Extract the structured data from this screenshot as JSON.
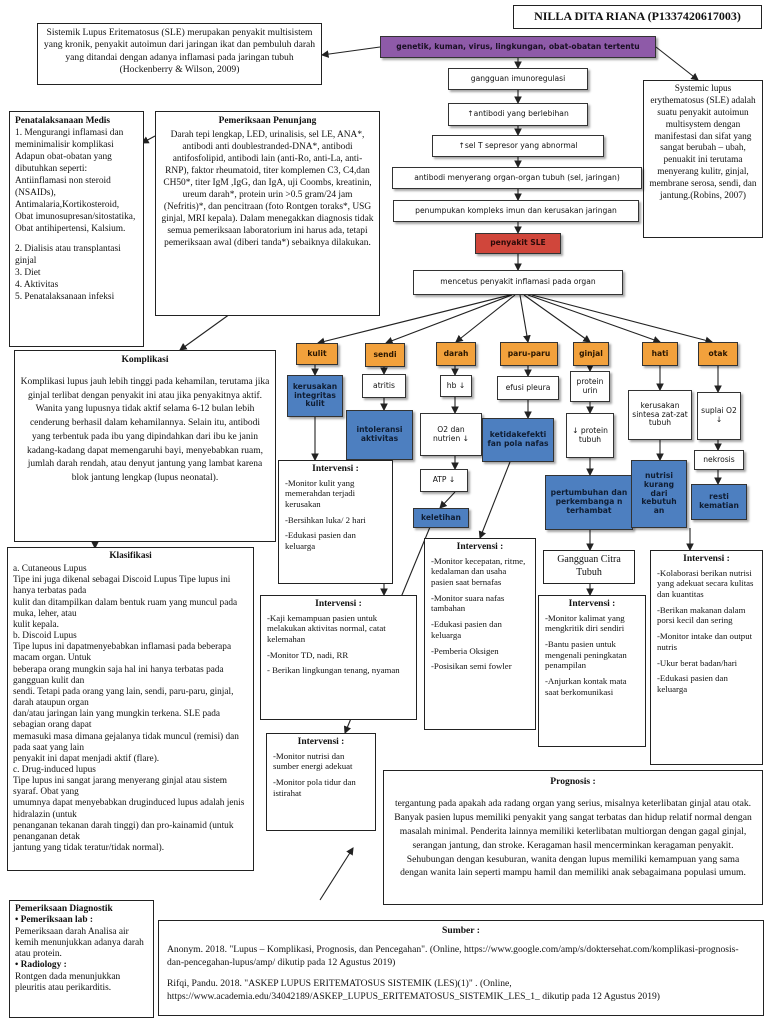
{
  "header": {
    "name": "NILLA DITA RIANA (P1337420617003)"
  },
  "definition": {
    "text": "Sistemik Lupus Eritematosus (SLE) merupakan penyakit multisistem yang kronik, penyakit autoimun dari jaringan ikat dan pembuluh darah yang ditandai dengan adanya inflamasi pada jaringan tubuh (Hockenberry & Wilson, 2009)"
  },
  "definition_en": {
    "text": "Systemic lupus erythematosus (SLE) adalah suatu penyakit autoimun multisystem dengan manifestasi dan sifat yang sangat berubah – ubah, penuakit ini terutama menyerang kulitr, ginjal, membrane serosa, sendi, dan jantung.(Robins, 2007)"
  },
  "penatalaksanaan": {
    "title": "Penatalaksanaan Medis",
    "lines": [
      "1. Mengurangi inflamasi dan meminimalisir komplikasi",
      "Adapun obat-obatan yang dibutuhkan seperti:",
      "Antiinflamasi non steroid (NSAIDs), Antimalaria,Kortikosteroid, Obat imunosupresan/sitostatika, Obat antihipertensi, Kalsium.",
      "2. Dialisis atau transplantasi ginjal",
      "3. Diet",
      "4. Aktivitas",
      "5. Penatalaksanaan infeksi"
    ]
  },
  "pemeriksaan_penunjang": {
    "title": "Pemeriksaan Penunjang",
    "text": "Darah tepi lengkap, LED, urinalisis, sel LE, ANA*, antibodi anti doublestranded-DNA*, antibodi antifosfolipid, antibodi lain (anti-Ro, anti-La, anti-RNP), faktor rheumatoid, titer komplemen C3, C4,dan CH50*, titer IgM ,IgG, dan IgA, uji Coombs, kreatinin, ureum darah*, protein urin >0.5 gram/24 jam (Nefritis)*, dan pencitraan (foto Rontgen toraks*, USG ginjal, MRI kepala). Dalam menegakkan diagnosis tidak semua pemeriksaan laboratorium ini harus ada, tetapi pemeriksaan awal (diberi tanda*) sebaiknya dilakukan."
  },
  "komplikasi": {
    "title": "Komplikasi",
    "text": "Komplikasi lupus jauh lebih tinggi pada kehamilan, terutama jika ginjal terlibat dengan penyakit ini atau jika penyakitnya aktif. Wanita yang lupusnya tidak aktif selama 6-12 bulan lebih cenderung berhasil dalam kehamilannya. Selain itu, antibodi yang terbentuk pada ibu yang dipindahkan dari ibu ke janin kadang-kadang dapat memengaruhi bayi, menyebabkan ruam, jumlah darah rendah, atau denyut jantung yang lambat karena blok jantung lengkap (lupus neonatal)."
  },
  "klasifikasi": {
    "title": "Klasifikasi",
    "lines": [
      "a. Cutaneous Lupus",
      "Tipe ini juga dikenal sebagai Discoid Lupus Tipe lupus ini hanya terbatas pada",
      "kulit dan ditampilkan dalam bentuk ruam yang muncul pada muka, leher, atau",
      "kulit kepala.",
      "b. Discoid Lupus",
      "Tipe lupus ini dapatmenyebabkan inflamasi pada beberapa macam organ. Untuk",
      "beberapa orang mungkin saja hal ini hanya terbatas pada gangguan kulit dan",
      "sendi. Tetapi pada orang yang lain, sendi, paru-paru, ginjal, darah ataupun organ",
      "dan/atau jaringan lain yang mungkin terkena. SLE pada sebagian orang dapat",
      "memasuki masa dimana gejalanya tidak muncul (remisi) dan pada saat yang lain",
      "penyakit ini dapat menjadi aktif (flare).",
      "c. Drug-induced lupus",
      "Tipe lupus ini sangat jarang menyerang ginjal atau sistem syaraf. Obat yang",
      "umumnya dapat menyebabkan druginduced lupus adalah jenis hidralazin (untuk",
      "penanganan tekanan darah tinggi) dan pro-kainamid (untuk penanganan detak",
      "jantung yang tidak teratur/tidak normal)."
    ]
  },
  "pemeriksaan_diagnostik": {
    "title": "Pemeriksaan Diagnostik",
    "lab_label": "• Pemeriksaan lab :",
    "lab_text": "Pemeriksaan darah Analisa air kemih menunjukkan adanya darah atau protein.",
    "rad_label": "• Radiology :",
    "rad_text": "Rontgen dada menunjukkan pleuritis atau perikarditis."
  },
  "flow": {
    "etiologi": "genetik, kuman, virus, lingkungan, obat-obatan tertentu",
    "step1": "gangguan imunoregulasi",
    "step2": "↑antibodi yang berlebihan",
    "step3": "↑sel T sepresor yang abnormal",
    "step4": "antibodi menyerang organ-organ tubuh (sel, jaringan)",
    "step5": "penumpukan kompleks imun dan kerusakan jaringan",
    "step6": "penyakit SLE",
    "step7": "mencetus penyakit inflamasi pada organ"
  },
  "organs": {
    "kulit": {
      "label": "kulit",
      "e1": "kerusakan integritas kulit"
    },
    "sendi": {
      "label": "sendi",
      "e1": "atritis",
      "e2": "intoleransi aktivitas"
    },
    "darah": {
      "label": "darah",
      "e1": "hb ↓",
      "e2": "O2 dan nutrien ↓",
      "e3": "ATP ↓",
      "e4": "keletihan"
    },
    "paru": {
      "label": "paru-paru",
      "e1": "efusi pleura",
      "e2": "ketidakefekti fan pola nafas"
    },
    "ginjal": {
      "label": "ginjal",
      "e1": "protein urin",
      "e2": "↓ protein tubuh",
      "e3": "pertumbuhan dan perkembanga n terhambat",
      "e4": "Gangguan Citra Tubuh"
    },
    "hati": {
      "label": "hati",
      "e1": "kerusakan sintesa zat-zat tubuh",
      "e2": "nutrisi kurang dari kebutuh an"
    },
    "otak": {
      "label": "otak",
      "e1": "suplai O2 ↓",
      "e2": "nekrosis",
      "e3": "resti kematian"
    }
  },
  "intervensi_kulit": {
    "title": "Intervensi :",
    "items": [
      "-Monitor kulit yang memerahdan terjadi kerusakan",
      "-Bersihkan luka/ 2 hari",
      "-Edukasi pasien dan keluarga"
    ]
  },
  "intervensi_sendi": {
    "title": "Intervensi :",
    "items": [
      "-Kaji kemampuan pasien untuk melakukan aktivitas normal, catat kelemahan",
      "-Monitor TD, nadi, RR",
      "- Berikan lingkungan tenang, nyaman"
    ]
  },
  "intervensi_darah": {
    "title": "Intervensi :",
    "items": [
      "-Monitor nutrisi dan sumber energi adekuat",
      "-Monitor pola tidur dan istirahat"
    ]
  },
  "intervensi_paru": {
    "title": "Intervensi :",
    "items": [
      "-Monitor kecepatan, ritme, kedalaman dan usaha pasien saat bernafas",
      "-Monitor suara nafas tambahan",
      "-Edukasi pasien dan keluarga",
      "-Pemberia Oksigen",
      "-Posisikan semi fowler"
    ]
  },
  "intervensi_ginjal": {
    "title": "Intervensi :",
    "items": [
      "-Monitor kalimat yang mengkritik diri sendiri",
      "-Bantu pasien untuk mengenali peningkatan penampilan",
      "-Anjurkan kontak mata saat berkomunikasi"
    ]
  },
  "intervensi_hati": {
    "title": "Intervensi :",
    "items": [
      "-Kolaborasi berikan nutrisi yang adekuat secara kulitas dan kuantitas",
      "-Berikan makanan dalam porsi kecil dan sering",
      "-Monitor intake dan output nutris",
      "-Ukur berat badan/hari",
      "-Edukasi pasien dan keluarga"
    ]
  },
  "prognosis": {
    "title": "Prognosis :",
    "text": "tergantung pada apakah ada radang organ yang serius, misalnya keterlibatan ginjal atau otak. Banyak pasien lupus memiliki penyakit yang sangat terbatas dan hidup relatif normal dengan masalah minimal. Penderita lainnya memiliki keterlibatan multiorgan dengan gagal ginjal, serangan jantung, dan stroke. Keragaman hasil mencerminkan keragaman penyakit. Sehubungan dengan kesuburan, wanita dengan lupus memiliki kemampuan yang sama dengan wanita lain seperti mampu hamil dan memiliki anak sebagaimana populasi umum."
  },
  "sumber": {
    "title": "Sumber :",
    "ref1": "Anonym. 2018. \"Lupus – Komplikasi, Prognosis, dan Pencegahan\". (Online, https://www.google.com/amp/s/doktersehat.com/komplikasi-prognosis-dan-pencegahan-lupus/amp/ dikutip pada 12 Agustus 2019)",
    "ref2": "Rifqi, Pandu. 2018. \"ASKEP LUPUS ERITEMATOSUS SISTEMIK (LES)(1)\" . (Online, https://www.academia.edu/34042189/ASKEP_LUPUS_ERITEMATOSUS_SISTEMIK_LES_1_ dikutip pada 12 Agustus 2019)"
  },
  "colors": {
    "purple": "#8e5aa8",
    "red": "#d0463b",
    "orange": "#f2a13c",
    "blue": "#4d7fc0"
  }
}
